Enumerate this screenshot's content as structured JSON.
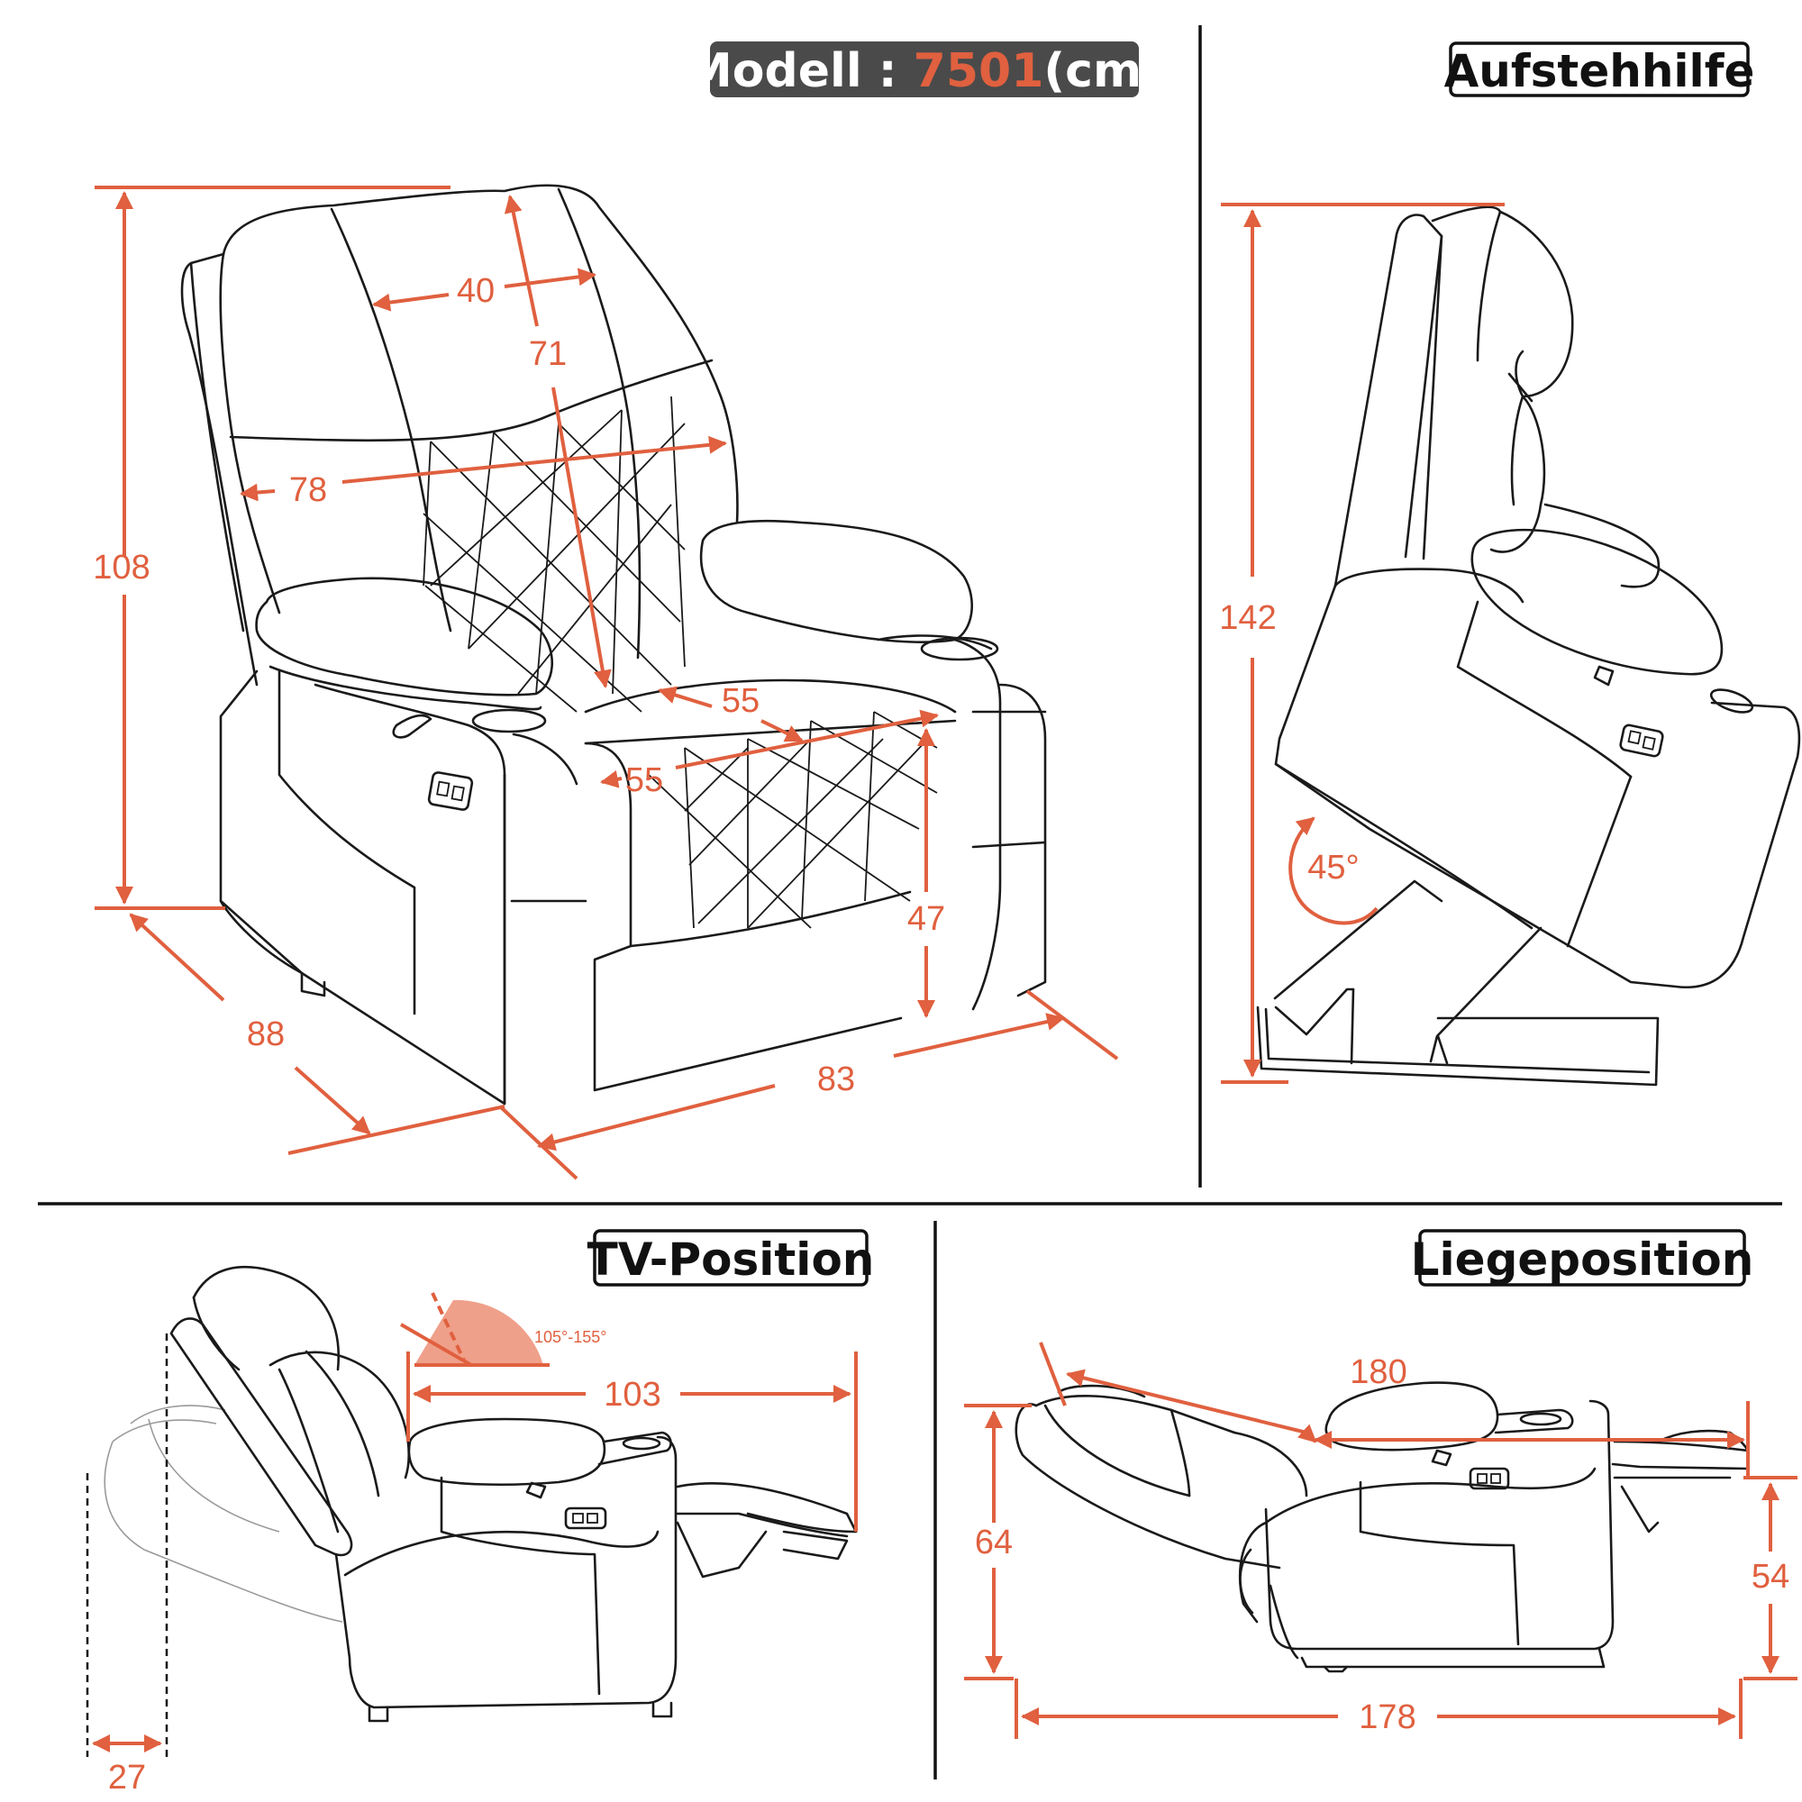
{
  "header": {
    "model_label": "Modell : ",
    "model_number": "7501",
    "model_unit": "(cm)"
  },
  "panels": {
    "front": {
      "dimensions": {
        "height": "108",
        "depth": "88",
        "width": "83",
        "backrest_width": "40",
        "backrest_height": "71",
        "inner_width": "78",
        "seat_depth": "55",
        "seat_width": "55",
        "seat_height": "47"
      }
    },
    "lift": {
      "title": "Aufstehhilfe",
      "height": "142",
      "angle": "45°"
    },
    "tv": {
      "title": "TV-Position",
      "length": "103",
      "wall_gap": "27",
      "angle_range": "105°-155°"
    },
    "recline": {
      "title": "Liegeposition",
      "diagonal": "180",
      "back_height": "64",
      "foot_height": "54",
      "total_length": "178"
    }
  },
  "colors": {
    "accent": "#e0603f",
    "line": "#1a1a1a",
    "model_bg": "#4a4a4a"
  }
}
